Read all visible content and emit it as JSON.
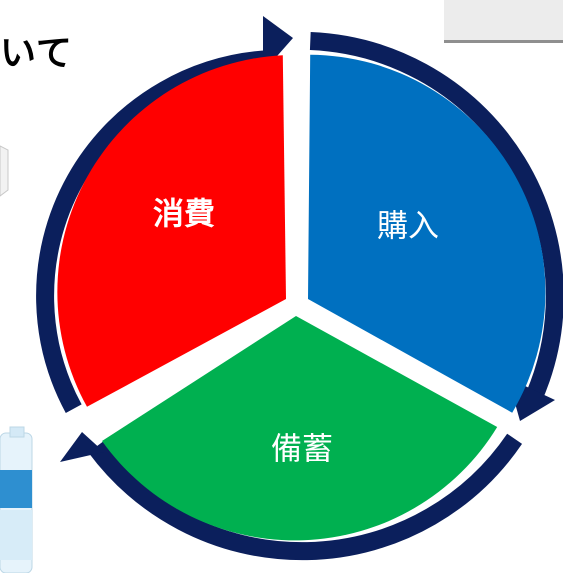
{
  "fragment_text": "いて",
  "cycle": {
    "segments": [
      {
        "label": "購入",
        "color": "#0070C0"
      },
      {
        "label": "備蓄",
        "color": "#00B050"
      },
      {
        "label": "消費",
        "color": "#FF0000"
      }
    ],
    "arrow_color": "#0B1F5C"
  }
}
